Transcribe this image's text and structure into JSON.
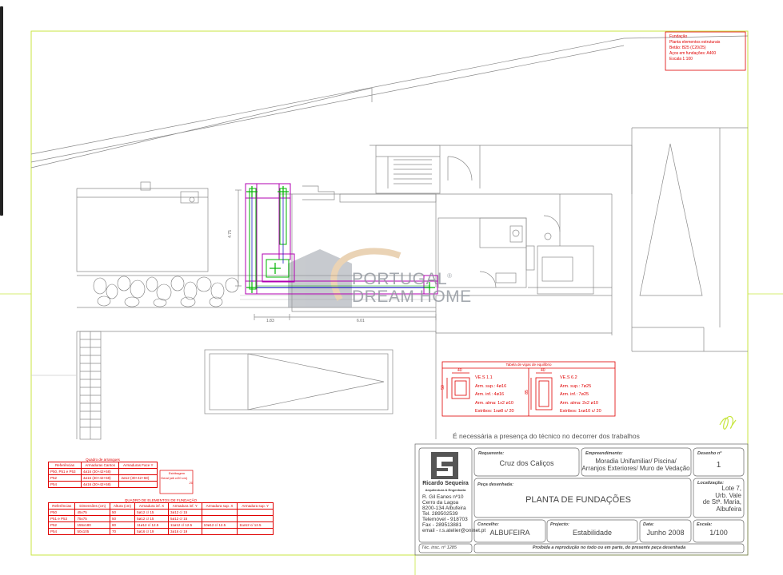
{
  "notes": {
    "lines": [
      "Fundação",
      "Planta elementos estruturais",
      "Betão: B25 (C20/25)",
      "Aços em fundações: A400",
      "Escala 1:100"
    ]
  },
  "watermark": {
    "line1": "PORTUGAL",
    "line2": "DREAM HOME",
    "reg": "®"
  },
  "dimensions": {
    "height": "4.75",
    "bottom_left": "1.83",
    "bottom_right": "6.01"
  },
  "beam_table": {
    "title": "Tabela de vigas de equilíbrio",
    "beam1": {
      "width": "40",
      "height": "50",
      "name": "VE.S 1.1",
      "lines": [
        "Arm. sup.: 4ø16",
        "Arm. inf.: 4ø16",
        "Arm. alma: 1x2 ø10",
        "Estribos: 1xø8 c/ 20"
      ]
    },
    "beam2": {
      "width": "40",
      "height": "85",
      "name": "VE.S 6.2",
      "lines": [
        "Arm. sup.: 7ø25",
        "Arm. inf.: 7ø25",
        "Arm. alma: 2x2 ø10",
        "Estribos: 1xø10 c/ 20"
      ]
    }
  },
  "note_technician": "É necessária a presença do técnico no decorrer dos trabalhos",
  "pillar_table": {
    "title": "Quadro de arranques",
    "headers": [
      "Referências",
      "Armaduras Cantos",
      "Armaduras Face Y"
    ],
    "rows": [
      [
        "P50, P51 e P53",
        "4ø16 (30+42+58)",
        ""
      ],
      [
        "P52",
        "4ø16 (30+42+58)",
        "2ø12 (30+42+68)"
      ],
      [
        "P54",
        "4ø16 (30+42+58)",
        ""
      ]
    ]
  },
  "stirrup_table": {
    "title": "Estribagem",
    "row": "Geral (ø6 c/20 cm)",
    "val": "20"
  },
  "foundation_table": {
    "title": "QUADRO DE ELEMENTOS DE FUNDAÇÃO",
    "headers": [
      "Referências",
      "Dimensões (cm)",
      "Altura (cm)",
      "Armadura inf. X",
      "Armadura inf. Y",
      "Armadura sup. X",
      "Armadura sup. Y"
    ],
    "rows": [
      [
        "P50",
        "45x75",
        "50",
        "5ø12 c/ 15",
        "3ø12 c/ 15",
        "",
        ""
      ],
      [
        "P51 e P53",
        "75x75",
        "50",
        "5ø12 c/ 15",
        "5ø12 c/ 15",
        "",
        ""
      ],
      [
        "P52",
        "155x180",
        "80",
        "11ø12 c/ 12.5",
        "11ø12 c/ 12.5",
        "10ø12 c/ 12.5",
        "11ø12 c/ 12.5"
      ],
      [
        "P54",
        "50x105",
        "70",
        "5ø16 c/ 19",
        "3ø16 c/ 19",
        "",
        ""
      ]
    ]
  },
  "titleblock": {
    "logo_name": "Ricardo Sequeira",
    "logo_sub": "Arquitectura & Engenharia",
    "address": [
      "R. Gil Eanes nº10",
      "Cerro da Lagoa",
      "8200-134 Albufeira",
      "Tel. 289502539",
      "Telemóvel - 918703",
      "Fax - 289513881",
      "email - r.s.atelier@oninet.pt"
    ],
    "requerente_label": "Requerente:",
    "requerente": "Cruz dos Caliços",
    "empreendimento_label": "Empreendimento:",
    "empreendimento": [
      "Moradia Unifamiliar/ Piscina/",
      "Arranjos Exteriores/ Muro de Vedação"
    ],
    "desenho_no_label": "Desenho nº",
    "desenho_no": "1",
    "peca_label": "Peça desenhada:",
    "peca": "PLANTA DE FUNDAÇÕES",
    "local_label": "Localização:",
    "local": [
      "Lote 7,",
      "Urb. Vale",
      "de Stª. Maria,",
      "Albufeira"
    ],
    "concelho_label": "Concelho:",
    "concelho": "ALBUFEIRA",
    "projecto_label": "Projecto:",
    "projecto": "Estabilidade",
    "data_label": "Data:",
    "data": "Junho 2008",
    "escala_label": "Escala:",
    "escala": "1/100",
    "insc": "Téc. insc. nº  1285",
    "prohibited": "Proibida a reprodução no todo ou em parte, do presente peça desenhada"
  },
  "colors": {
    "red": "#e00000",
    "green": "#00b400",
    "magenta": "#b000b0",
    "blue": "#2020c0",
    "frame": "#c8e640",
    "grey": "#808080"
  }
}
